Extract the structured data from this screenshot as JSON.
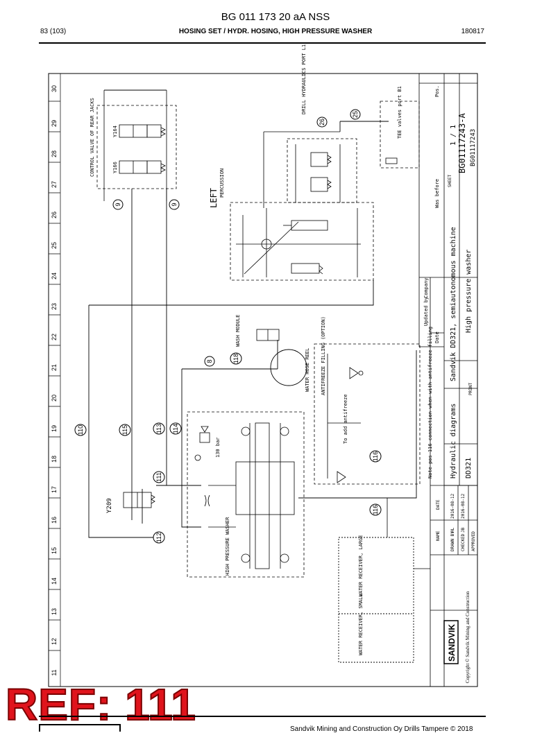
{
  "header": {
    "doc_title": "BG 011 173 20 aA NSS",
    "page_info": "83 (103)",
    "section_title": "HOSING SET / HYDR. HOSING, HIGH PRESSURE WASHER",
    "date_code": "180817"
  },
  "ref_stamp": "REF: 111",
  "footer": {
    "company_text": "Sandvik Mining and Construction Oy Drills Tampere © 2018"
  },
  "grid_numbers": [
    "11",
    "12",
    "13",
    "14",
    "15",
    "16",
    "17",
    "18",
    "19",
    "20",
    "21",
    "22",
    "23",
    "24",
    "25",
    "26",
    "27",
    "28",
    "29",
    "30"
  ],
  "labels": {
    "control_valve": "CONTROL VALVE OF REAR JACKS",
    "left": "LEFT",
    "percussion": "PERCUSSION",
    "high_pressure_washer": "HIGH PRESSURE WASHER",
    "water_receiver_large": "WATER RECEIVER, LARGE",
    "water_receiver_small": "WATER RECEIVER, SMALL",
    "antifreeze": "ANTIFREEZE FILLING (OPTION)",
    "water_hose_reel": "WATER HOSE REEL",
    "wash_module": "WASH MODULE",
    "drill_hydraulics": "DRILL HYDRAULICS PORT L1",
    "y209": "Y209",
    "y164": "Y164",
    "y166": "Y166",
    "pressure_note": "130 bar",
    "t_valve_note": "TEE valves port B1",
    "note_116": "Note pos 116 connection when with antifreeze filling",
    "to_add_antifreeze": "To add antifreeze"
  },
  "callouts": [
    "9",
    "9",
    "25",
    "26",
    "8",
    "118",
    "110",
    "115",
    "113",
    "114",
    "111",
    "112",
    "116",
    "116"
  ],
  "title_block": {
    "company": "SANDVIK",
    "copyright": "Copyright © Sandvik Mining and Construction",
    "machine": "Sandvik DD321, semiautonomous machine",
    "subject": "High pressure washer",
    "drawing_type": "Hydraulic diagrams",
    "model": "DD321",
    "sheet": "1 / 1",
    "drawing_no": "BG01117243-A",
    "sub_no": "BG01117243",
    "date_label": "DATE",
    "name_label": "NAME",
    "drawn_by": "DRAWN BY",
    "checked": "CHECKED",
    "approved": "APPROVED",
    "date1": "2016-08-12",
    "date2": "2016-08-12",
    "name1": "HL",
    "name2": "JB",
    "updated_by": "Updated by",
    "company_label": "Company",
    "was_before": "Was before",
    "pos_label": "Pos.",
    "date_label2": "Date",
    "sheet_label": "SHEET",
    "print_label": "PRINT"
  }
}
